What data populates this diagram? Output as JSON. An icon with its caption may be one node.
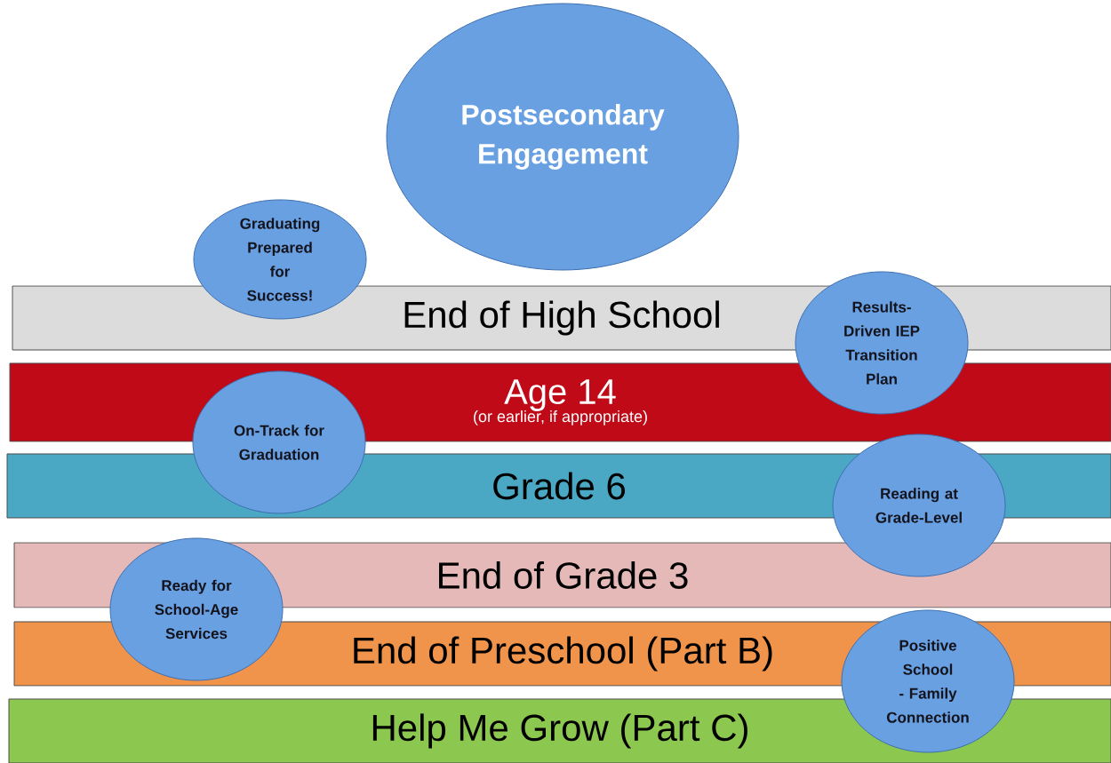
{
  "diagram": {
    "nodes": [
      {
        "text": [
          "Postsecondary Engagement"
        ]
      },
      {
        "text": [
          "Graduating Prepared for Success!"
        ]
      },
      {
        "text": [
          "End of High School"
        ]
      },
      {
        "text": [
          "Results-Driven IEP Transition Plan"
        ]
      },
      {
        "text": [
          "Age 14",
          "(or earlier, if appropriate)"
        ]
      },
      {
        "text": [
          "On-Track for Graduation"
        ]
      },
      {
        "text": [
          "Grade 6"
        ]
      },
      {
        "text": [
          "Reading at Grade-Level"
        ]
      },
      {
        "text": [
          "End of Grade 3"
        ]
      },
      {
        "text": [
          "Ready for School-Age Services"
        ]
      },
      {
        "text": [
          "End of Preschool (Part B)"
        ]
      },
      {
        "text": [
          "Positive School - Family Connection"
        ]
      },
      {
        "text": [
          "Help Me Grow (Part C)"
        ]
      }
    ]
  }
}
